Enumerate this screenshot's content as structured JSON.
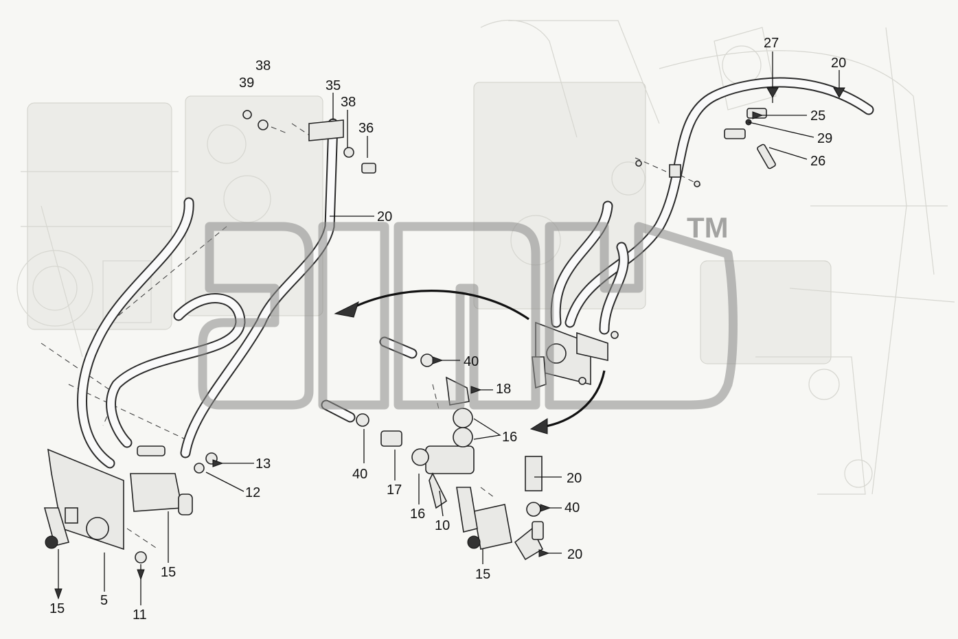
{
  "diagram": {
    "watermark": {
      "trademark": "TM"
    },
    "callouts": [
      {
        "id": "c38a",
        "text": "38"
      },
      {
        "id": "c39",
        "text": "39"
      },
      {
        "id": "c35",
        "text": "35"
      },
      {
        "id": "c38b",
        "text": "38"
      },
      {
        "id": "c36",
        "text": "36"
      },
      {
        "id": "c20a",
        "text": "20"
      },
      {
        "id": "c27",
        "text": "27"
      },
      {
        "id": "c20b",
        "text": "20"
      },
      {
        "id": "c25",
        "text": "25"
      },
      {
        "id": "c29",
        "text": "29"
      },
      {
        "id": "c26",
        "text": "26"
      },
      {
        "id": "c40a",
        "text": "40"
      },
      {
        "id": "c18",
        "text": "18"
      },
      {
        "id": "c16a",
        "text": "16"
      },
      {
        "id": "c13",
        "text": "13"
      },
      {
        "id": "c12",
        "text": "12"
      },
      {
        "id": "c40b",
        "text": "40"
      },
      {
        "id": "c17",
        "text": "17"
      },
      {
        "id": "c16b",
        "text": "16"
      },
      {
        "id": "c10",
        "text": "10"
      },
      {
        "id": "c20c",
        "text": "20"
      },
      {
        "id": "c40c",
        "text": "40"
      },
      {
        "id": "c20d",
        "text": "20"
      },
      {
        "id": "c15a",
        "text": "15"
      },
      {
        "id": "c15b",
        "text": "15"
      },
      {
        "id": "c15c",
        "text": "15"
      },
      {
        "id": "c5",
        "text": "5"
      },
      {
        "id": "c11",
        "text": "11"
      }
    ]
  }
}
